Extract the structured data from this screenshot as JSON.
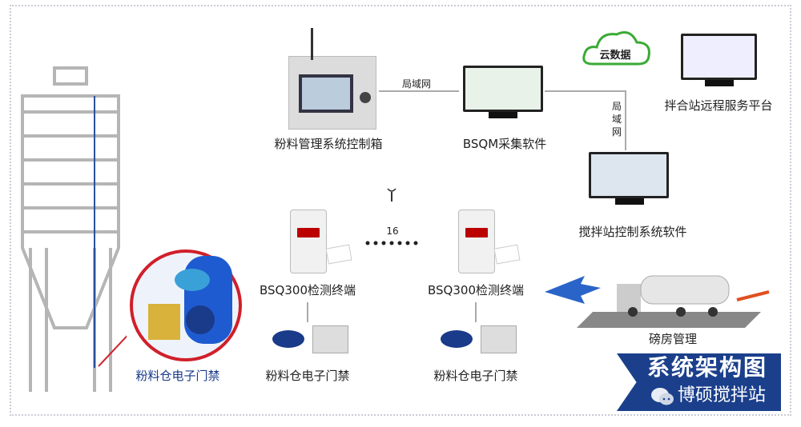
{
  "labels": {
    "control_box": "粉料管理系统控制箱",
    "lan_1": "局域网",
    "bsqm": "BSQM采集软件",
    "cloud": "云数据",
    "remote": "拌合站远程服务平台",
    "lan_2": "局域网",
    "mixing_control": "搅拌站控制系统软件",
    "count": "16",
    "terminal_1": "BSQ300检测终端",
    "terminal_2": "BSQ300检测终端",
    "gate_main": "粉料仓电子门禁",
    "gate_1": "粉料仓电子门禁",
    "gate_2": "粉料仓电子门禁",
    "weighbridge": "磅房管理",
    "banner": "系统架构图",
    "watermark": "博硕搅拌站"
  },
  "colors": {
    "banner": "#1b3f8b",
    "accent_red": "#d0202a",
    "line": "#aaaaaa",
    "blue_label": "#1a3a8a"
  }
}
